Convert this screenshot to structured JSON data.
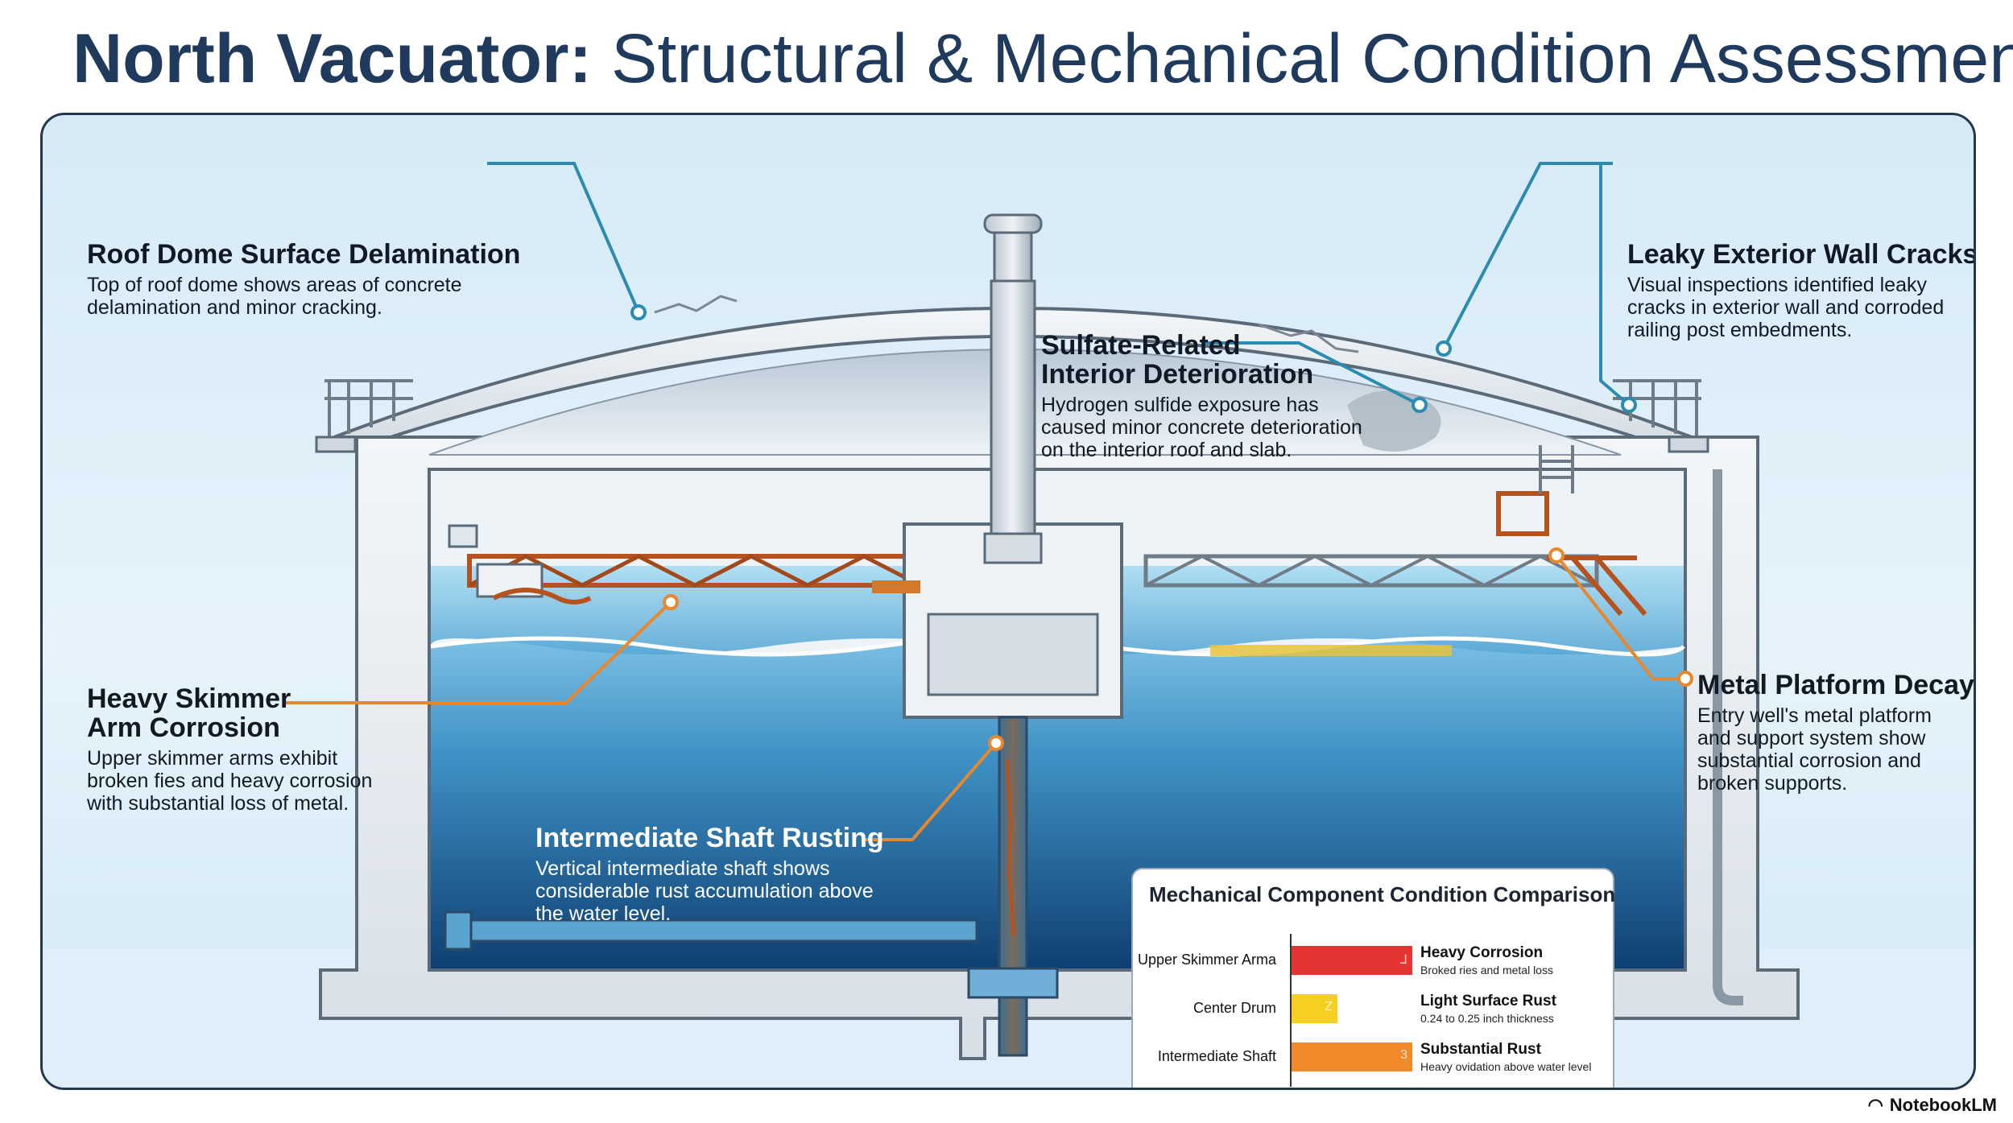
{
  "title": {
    "bold": "North Vacuator:",
    "rest": "Structural & Mechanical Condition Assessment"
  },
  "callouts": {
    "roof_dome": {
      "heading": "Roof Dome Surface Delamination",
      "body": "Top of roof dome shows areas of concrete delamination and minor cracking."
    },
    "sulfate": {
      "heading_line1": "Sulfate-Related",
      "heading_line2": "Interior Deterioration",
      "body": "Hydrogen sulfide exposure has caused minor concrete deterioration on the interior roof and slab."
    },
    "exterior_wall": {
      "heading": "Leaky Exterior Wall Cracks",
      "body": "Visual inspections identified leaky cracks in exterior wall and corroded railing post embedments."
    },
    "skimmer": {
      "heading_line1": "Heavy Skimmer",
      "heading_line2": "Arm Corrosion",
      "body": "Upper skimmer arms exhibit broken fies and heavy corrosion with substantial loss of metal."
    },
    "shaft": {
      "heading": "Intermediate Shaft Rusting",
      "body": "Vertical intermediate shaft shows considerable rust accumulation above the water level."
    },
    "platform": {
      "heading": "Metal Platform Decay",
      "body": "Entry well's metal platform and support system show substantial corrosion and broken supports."
    }
  },
  "comparison": {
    "title": "Mechanical Component Condition Comparison",
    "rows": [
      {
        "label": "Upper Skimmer Arma",
        "status": "Heavy Corrosion",
        "detail": "Broked ries and metal loss",
        "color": "#e53434",
        "glyph": "⅃",
        "level": 1.0
      },
      {
        "label": "Center Drum",
        "status": "Light Surface Rust",
        "detail": "0.24 to 0.25 inch thickness",
        "color": "#f6d020",
        "glyph": "Z",
        "level": 0.38
      },
      {
        "label": "Intermediate Shaft",
        "status": "Substantial Rust",
        "detail": "Heavy ovidation above water level",
        "color": "#f08a2a",
        "glyph": "3",
        "level": 1.0
      }
    ]
  },
  "brand": "NotebookLM",
  "colors": {
    "title": "#1f3a5c",
    "teal_leader": "#2b8cb0",
    "orange_leader": "#e8882e",
    "water": "#3a86b8",
    "rust": "#b5521e"
  }
}
